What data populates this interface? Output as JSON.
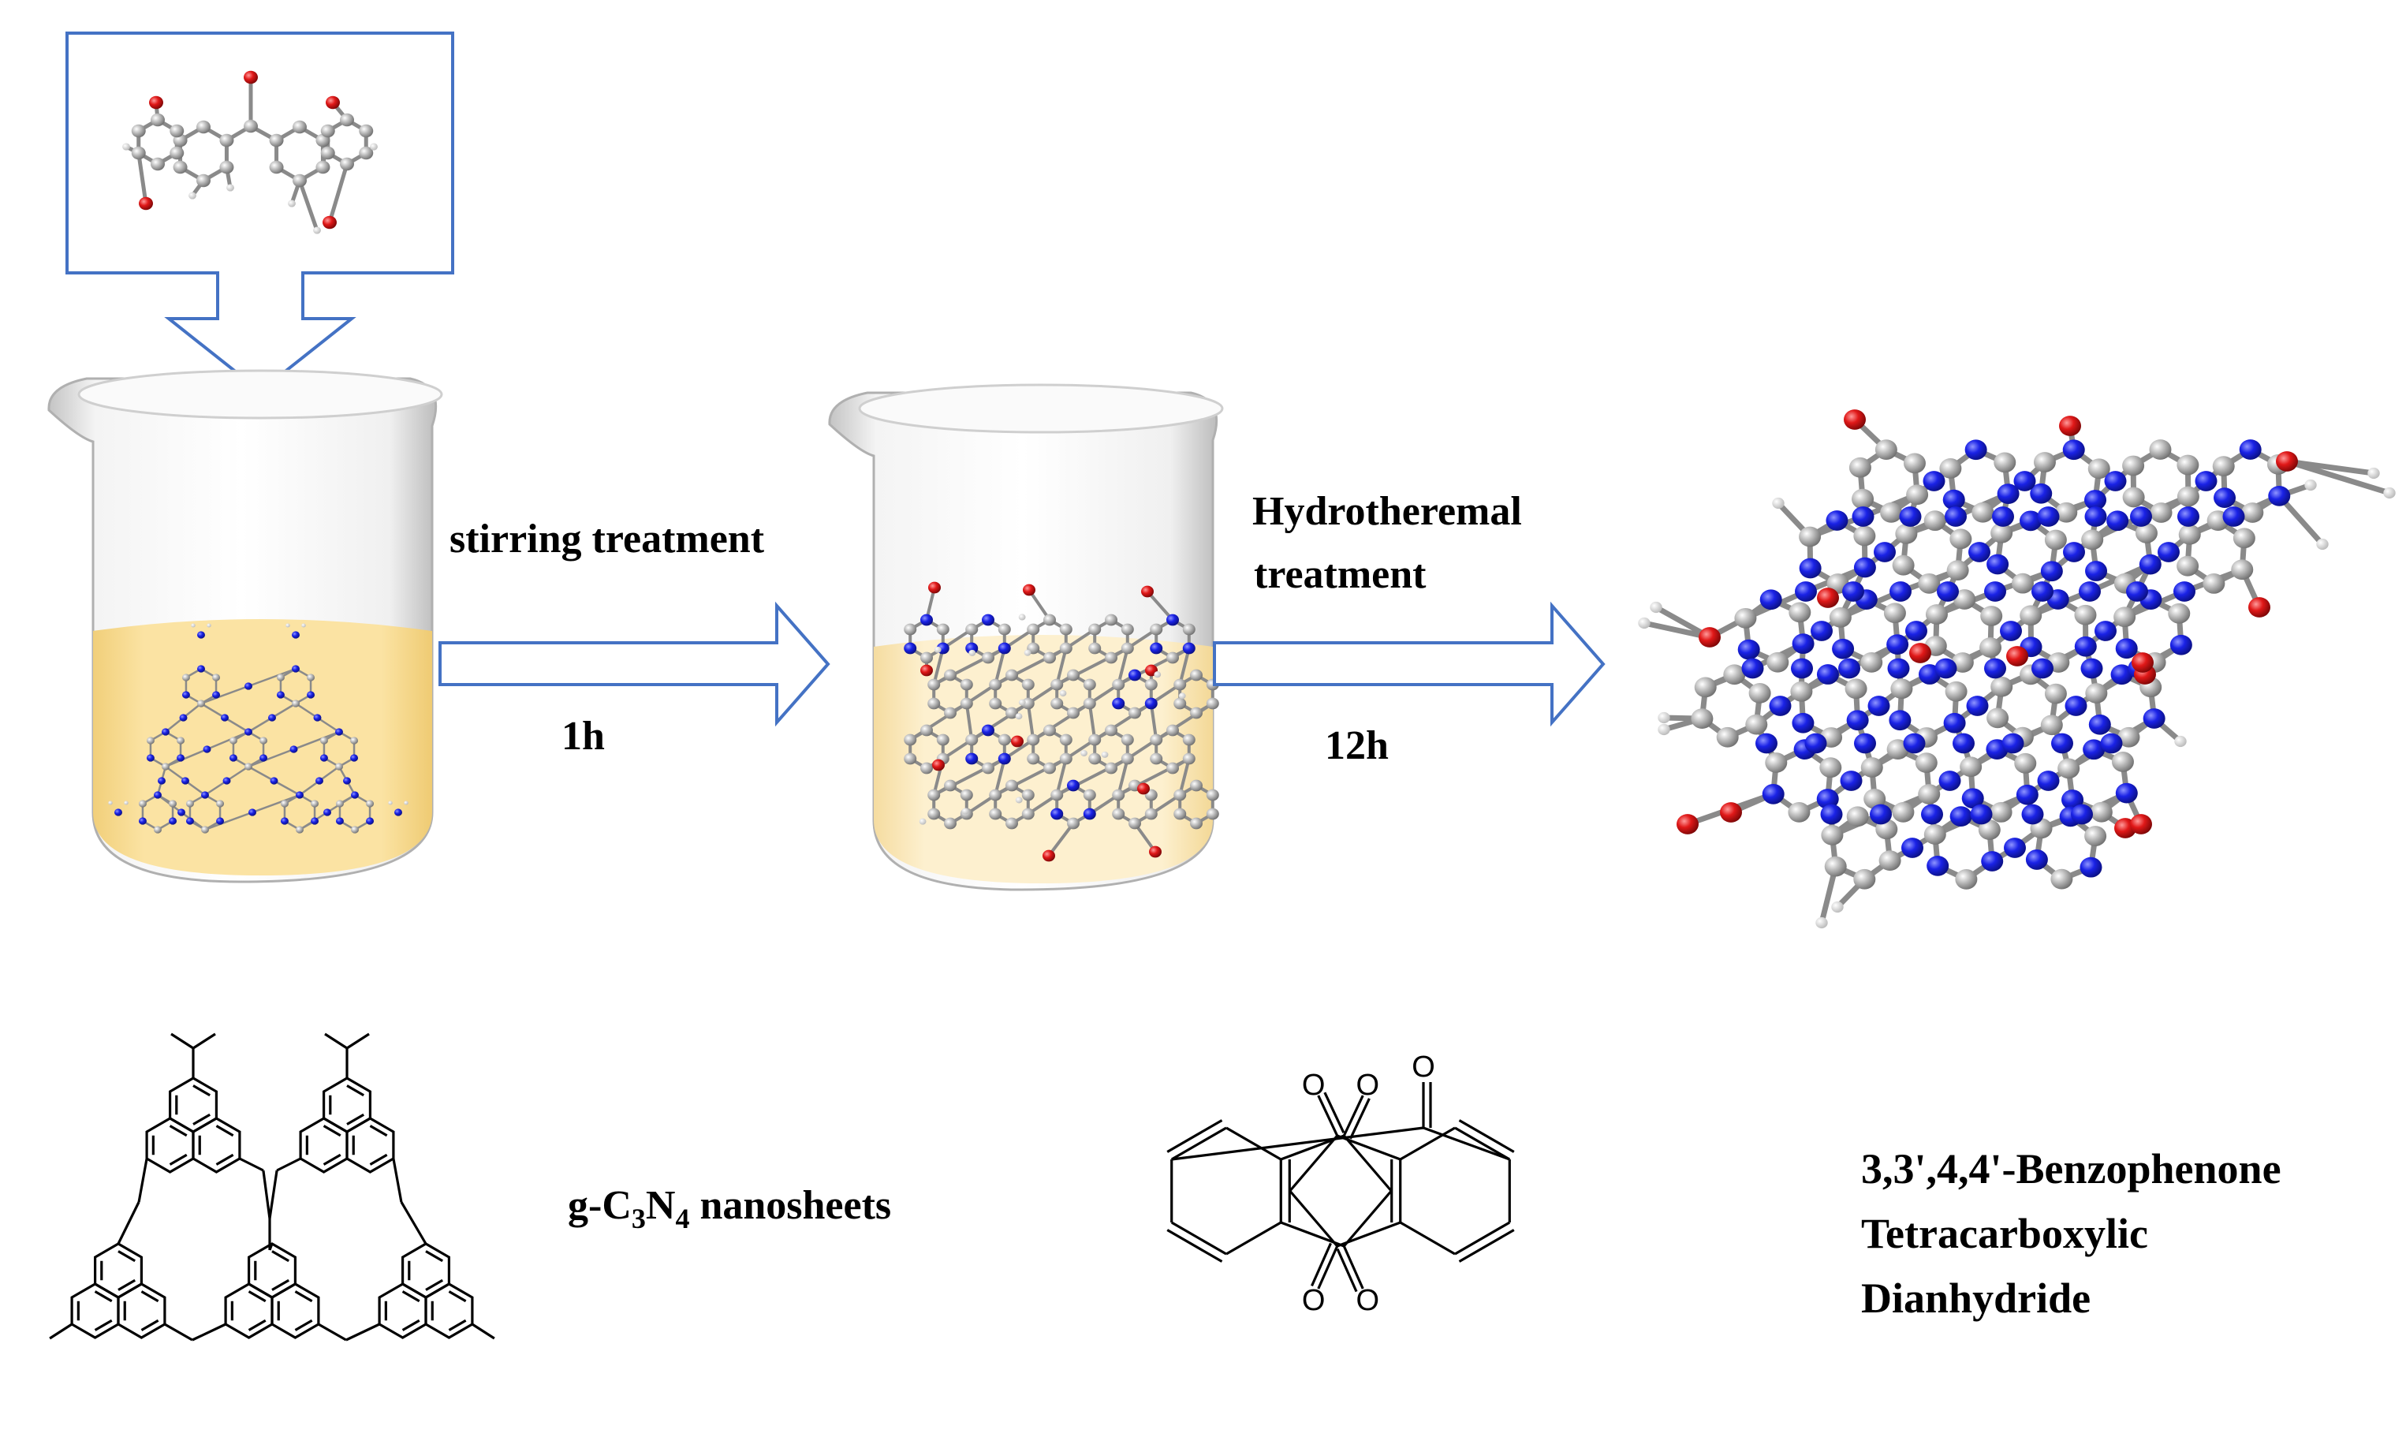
{
  "labels": {
    "step1": "stirring treatment",
    "time1": "1h",
    "step2_line1": "Hydrotheremal",
    "step2_line2": "treatment",
    "time2": "12h",
    "gcn_prefix": "g-C",
    "gcn_sub1": "3",
    "gcn_mid": "N",
    "gcn_sub2": "4",
    "gcn_suffix": " nanosheets",
    "btda_line1": "3,3',4,4'-Benzophenone",
    "btda_line2": "Tetracarboxylic",
    "btda_line3": "Dianhydride",
    "oxygen": "O"
  },
  "colors": {
    "arrow_stroke": "#4472C4",
    "solution": "#FBE3A3",
    "carbon_atom": "#9E9E9E",
    "nitrogen_atom": "#1A22E6",
    "oxygen_atom": "#E01818",
    "hydrogen_atom": "#E8E8E8"
  }
}
